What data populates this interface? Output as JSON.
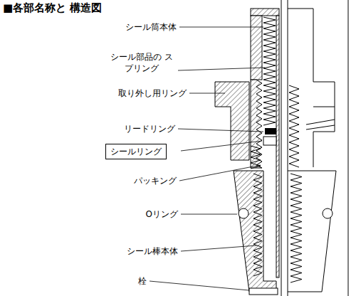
{
  "diagram": {
    "title": "■各部名称と 構造図",
    "nodes": [
      {
        "text": [
          "シールリング"
        ]
      }
    ],
    "labels": [
      "シール筒本体",
      "シール部品の スプリング",
      "取り外し用リング",
      "リードリング",
      "パッキング",
      "Oリング",
      "シール棒本体",
      "栓"
    ]
  }
}
